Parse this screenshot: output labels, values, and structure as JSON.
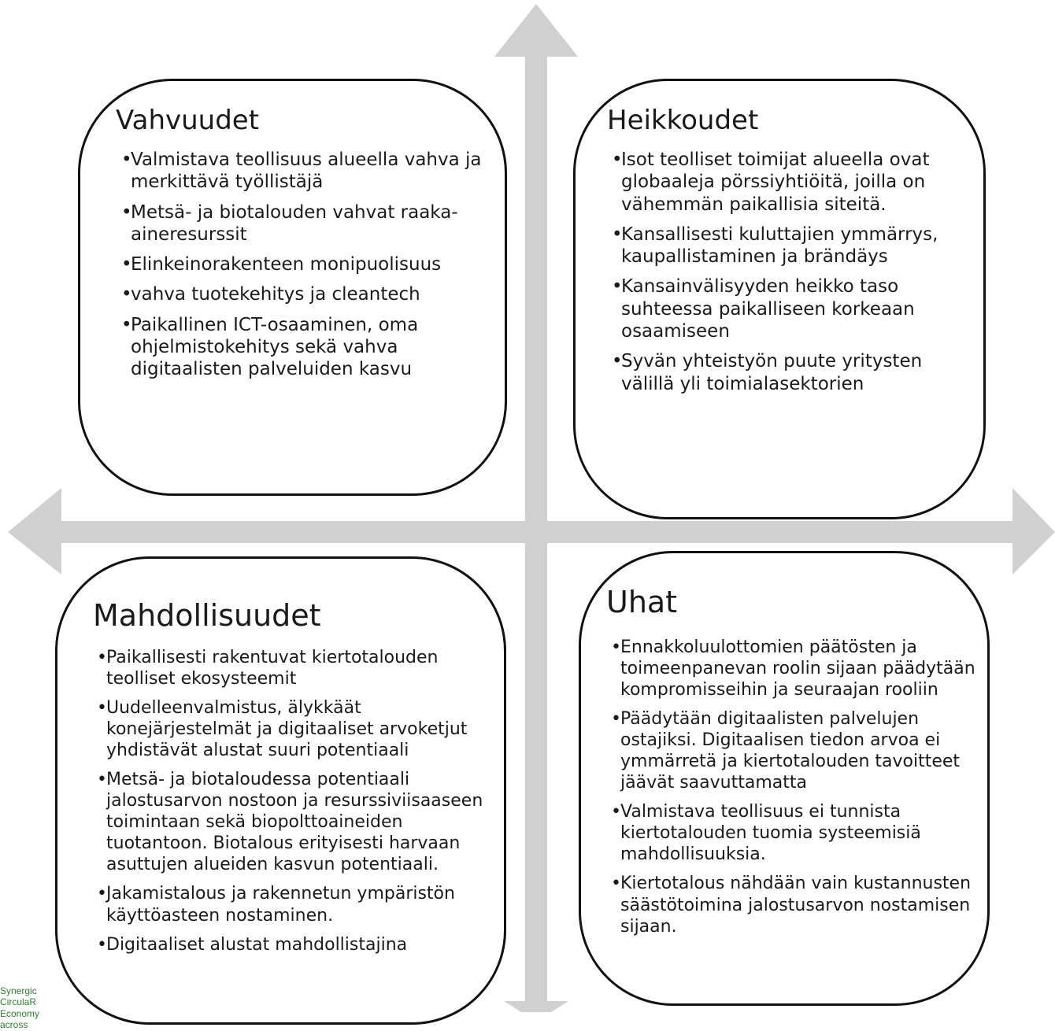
{
  "colors": {
    "arrow": "#d0d0d0",
    "border": "#111111",
    "text": "#1a1a1a",
    "footer": "#2e7d32"
  },
  "quadrants": {
    "strengths": {
      "title": "Vahvuudet",
      "items": [
        "Valmistava teollisuus alueella vahva ja merkittävä työllistäjä",
        "Metsä- ja biotalouden vahvat raaka-aineresurssit",
        "Elinkeinorakenteen monipuolisuus",
        "vahva tuotekehitys ja cleantech",
        "Paikallinen ICT-osaaminen, oma ohjelmistokehitys sekä vahva digitaalisten palveluiden kasvu"
      ]
    },
    "weaknesses": {
      "title": "Heikkoudet",
      "items": [
        "Isot teolliset toimijat alueella ovat globaaleja pörssiyhtiöitä, joilla on vähemmän paikallisia siteitä.",
        "Kansallisesti kuluttajien ymmärrys, kaupallistaminen ja brändäys",
        "Kansainvälisyyden heikko taso suhteessa paikalliseen korkeaan osaamiseen",
        "Syvän yhteistyön puute yritysten välillä yli toimialasektorien"
      ]
    },
    "opportunities": {
      "title": "Mahdollisuudet",
      "items": [
        "Paikallisesti rakentuvat kiertotalouden teolliset ekosysteemit",
        "Uudelleenvalmistus, älykkäät konejärjestelmät ja digitaaliset arvoketjut yhdistävät alustat suuri potentiaali",
        "Metsä- ja biotaloudessa potentiaali jalostusarvon nostoon ja resurssiviisaaseen toimintaan sekä biopolttoaineiden tuotantoon. Biotalous erityisesti harvaan asuttujen alueiden kasvun potentiaali.",
        "Jakamistalous ja rakennetun ympäristön käyttöasteen nostaminen.",
        "Digitaaliset alustat mahdollistajina"
      ]
    },
    "threats": {
      "title": "Uhat",
      "items": [
        "Ennakkoluulottomien päätösten ja toimeenpanevan roolin sijaan päädytään kompromisseihin ja seuraajan rooliin",
        "Päädytään digitaalisten palvelujen ostajiksi. Digitaalisen tiedon arvoa ei ymmärretä ja kiertotalouden tavoitteet jäävät saavuttamatta",
        "Valmistava teollisuus ei tunnista kiertotalouden tuomia systeemisiä mahdollisuuksia.",
        "Kiertotalous nähdään vain kustannusten säästötoimina jalostusarvon nostamisen sijaan."
      ]
    }
  },
  "footer": {
    "line1": "Synergic CirculaR",
    "line2": "Economy across"
  }
}
